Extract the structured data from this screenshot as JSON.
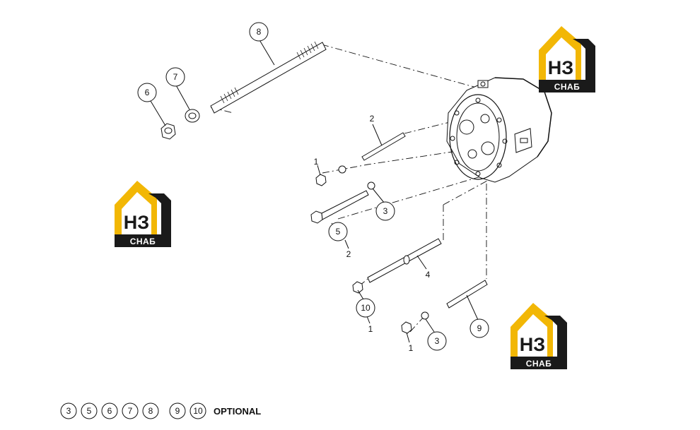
{
  "diagram": {
    "callouts": [
      {
        "id": "c8",
        "text": "8"
      },
      {
        "id": "c7",
        "text": "7"
      },
      {
        "id": "c6",
        "text": "6"
      },
      {
        "id": "c3a",
        "text": "3"
      },
      {
        "id": "c5",
        "text": "5"
      },
      {
        "id": "c10",
        "text": "10"
      },
      {
        "id": "c3b",
        "text": "3"
      },
      {
        "id": "c9",
        "text": "9"
      }
    ],
    "plain_labels": [
      {
        "id": "l2a",
        "text": "2"
      },
      {
        "id": "l1a",
        "text": "1"
      },
      {
        "id": "l2b",
        "text": "2"
      },
      {
        "id": "l4",
        "text": "4"
      },
      {
        "id": "l1b",
        "text": "1"
      },
      {
        "id": "l1c",
        "text": "1"
      }
    ],
    "optional_parts": [
      "3",
      "5",
      "6",
      "7",
      "8",
      "9",
      "10"
    ],
    "optional_label": "OPTIONAL"
  },
  "watermark": {
    "letters": "НЗ",
    "word": "СНАБ",
    "accent_color": "#f2b705",
    "dark_color": "#1a1a1a"
  }
}
